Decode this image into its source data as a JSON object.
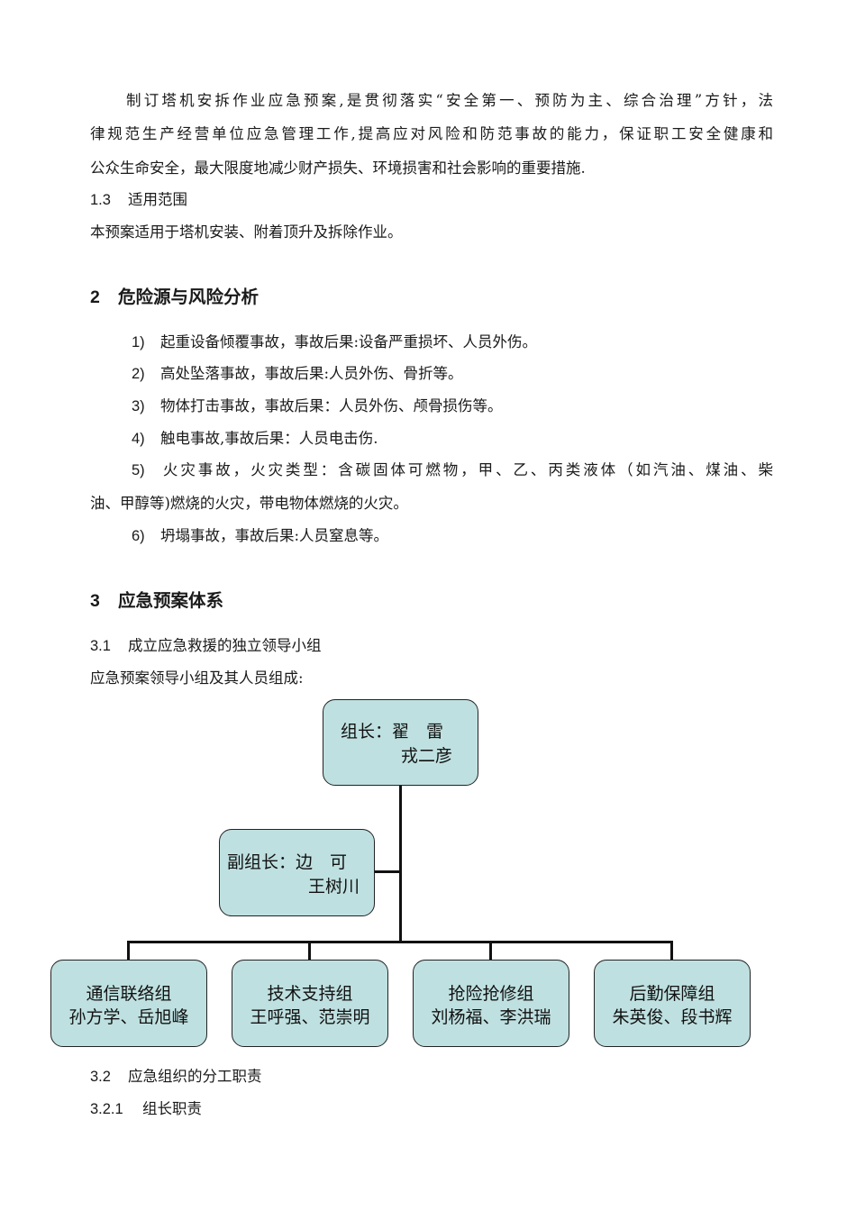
{
  "intro": {
    "line1": "制订塔机安拆作业应急预案,是贯彻落实“安全第一、预防为主、综合治理”方针，法",
    "line2": "律规范生产经营单位应急管理工作,提高应对风险和防范事故的能力，保证职工安全健康和",
    "line3": "公众生命安全，最大限度地减少财产损失、环境损害和社会影响的重要措施."
  },
  "s13": {
    "num": "1.3",
    "title": "适用范围",
    "text": "本预案适用于塔机安装、附着顶升及拆除作业。"
  },
  "s2": {
    "num": "2",
    "title": "危险源与风险分析",
    "items": [
      {
        "num": "1)",
        "text": "起重设备倾覆事故，事故后果:设备严重损坏、人员外伤。"
      },
      {
        "num": "2)",
        "text": "高处坠落事故，事故后果:人员外伤、骨折等。"
      },
      {
        "num": "3)",
        "text": "物体打击事故，事故后果：人员外伤、颅骨损伤等。"
      },
      {
        "num": "4)",
        "text": "触电事故,事故后果：人员电击伤."
      },
      {
        "num": "5)",
        "text": "火灾事故，火灾类型：含碳固体可燃物，甲、乙、丙类液体（如汽油、煤油、柴",
        "cont": "油、甲醇等)燃烧的火灾，带电物体燃烧的火灾。"
      },
      {
        "num": "6)",
        "text": "坍塌事故，事故后果:人员窒息等。"
      }
    ]
  },
  "s3": {
    "num": "3",
    "title": "应急预案体系",
    "s31": {
      "num": "3.1",
      "title": "成立应急救援的独立领导小组"
    },
    "lead_text": "应急预案领导小组及其人员组成:",
    "s32": {
      "num": "3.2",
      "title": "应急组织的分工职责"
    },
    "s321": {
      "num": "3.2.1",
      "title": "组长职责"
    }
  },
  "org": {
    "leader": {
      "label": "组长：翟　雷",
      "line2": "戎二彦"
    },
    "deputy": {
      "label": "副组长：边　可",
      "line2": "王树川"
    },
    "groups": [
      {
        "name": "通信联络组",
        "members": "孙方学、岳旭峰"
      },
      {
        "name": "技术支持组",
        "members": "王呼强、范崇明"
      },
      {
        "name": "抢险抢修组",
        "members": "刘杨福、李洪瑞"
      },
      {
        "name": "后勤保障组",
        "members": "朱英俊、段书辉"
      }
    ]
  }
}
